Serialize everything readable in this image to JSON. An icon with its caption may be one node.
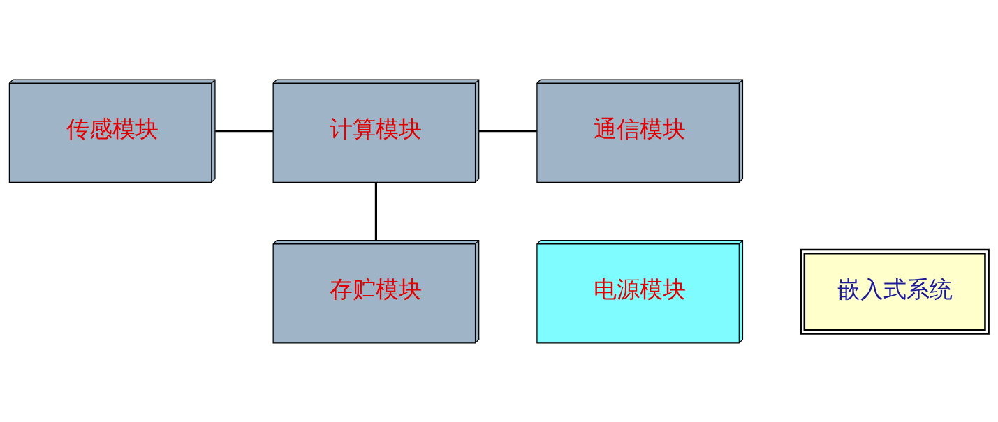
{
  "diagram": {
    "nodes": [
      {
        "text": [
          "传感模块"
        ]
      },
      {
        "text": [
          "计算模块"
        ]
      },
      {
        "text": [
          "通信模块"
        ]
      },
      {
        "text": [
          "电源模块"
        ]
      },
      {
        "text": [
          "存贮模块"
        ]
      },
      {
        "text": [
          "嵌入式系统"
        ]
      }
    ],
    "edges": [
      {
        "from": 0,
        "to": 1,
        "arrow": "none"
      },
      {
        "from": 1,
        "to": 2,
        "arrow": "none"
      },
      {
        "from": 1,
        "to": 4,
        "arrow": "none"
      }
    ]
  }
}
